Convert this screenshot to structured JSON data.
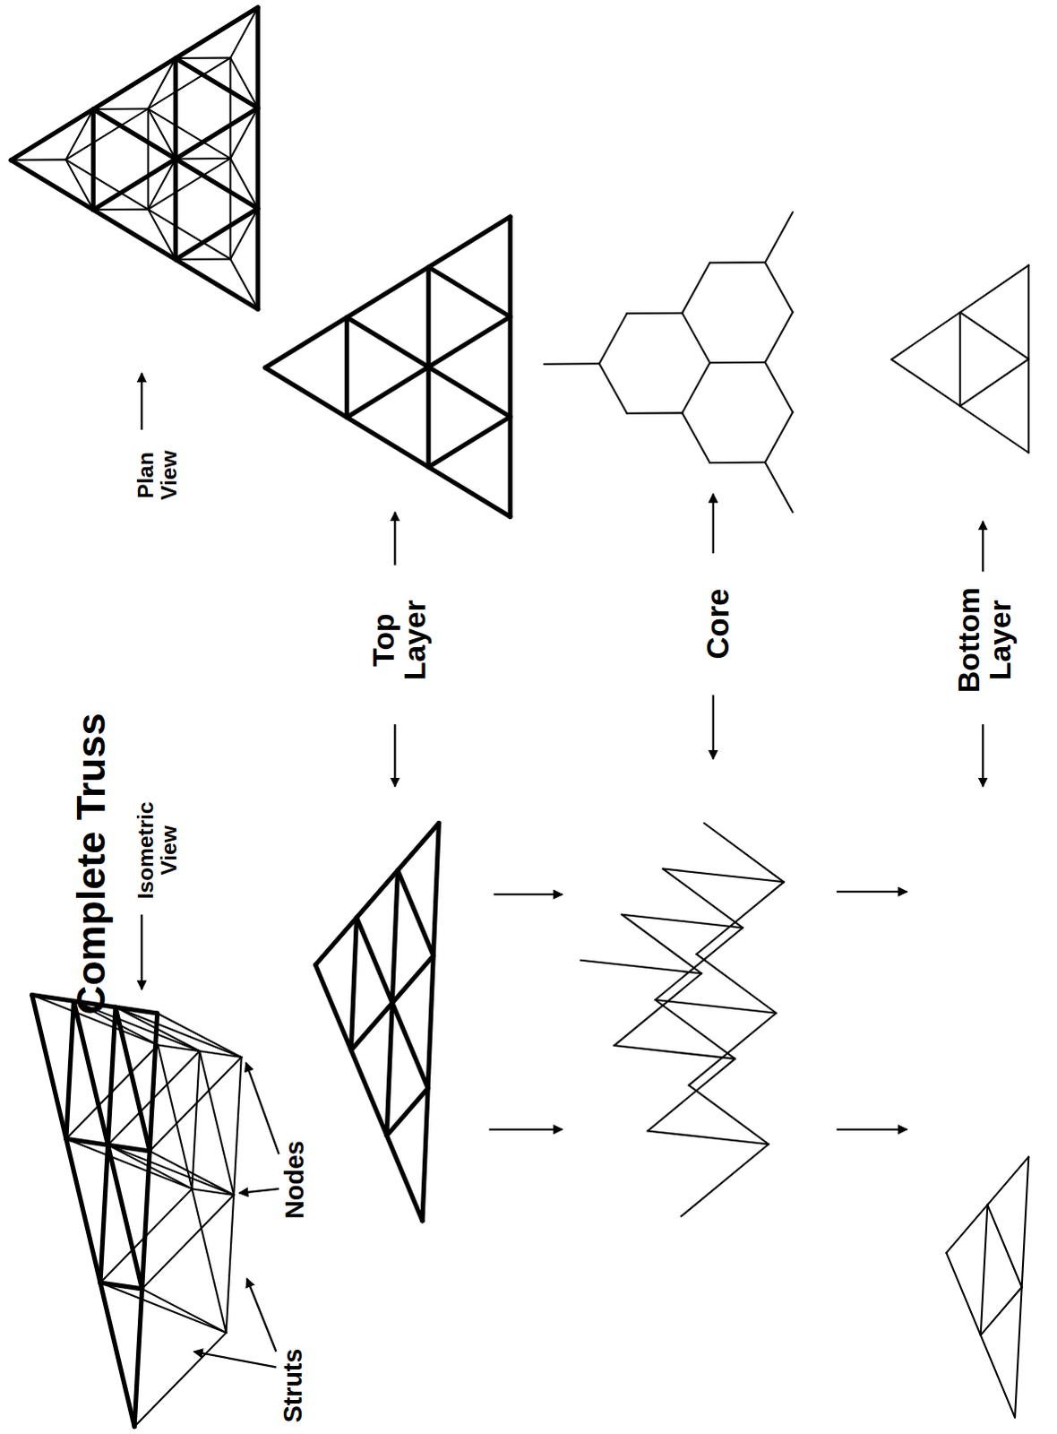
{
  "diagram": {
    "title": "Complete Truss",
    "labels": [
      "Isometric View",
      "Plan View",
      "Top Layer",
      "Core",
      "Bottom Layer",
      "Nodes",
      "Struts"
    ]
  }
}
